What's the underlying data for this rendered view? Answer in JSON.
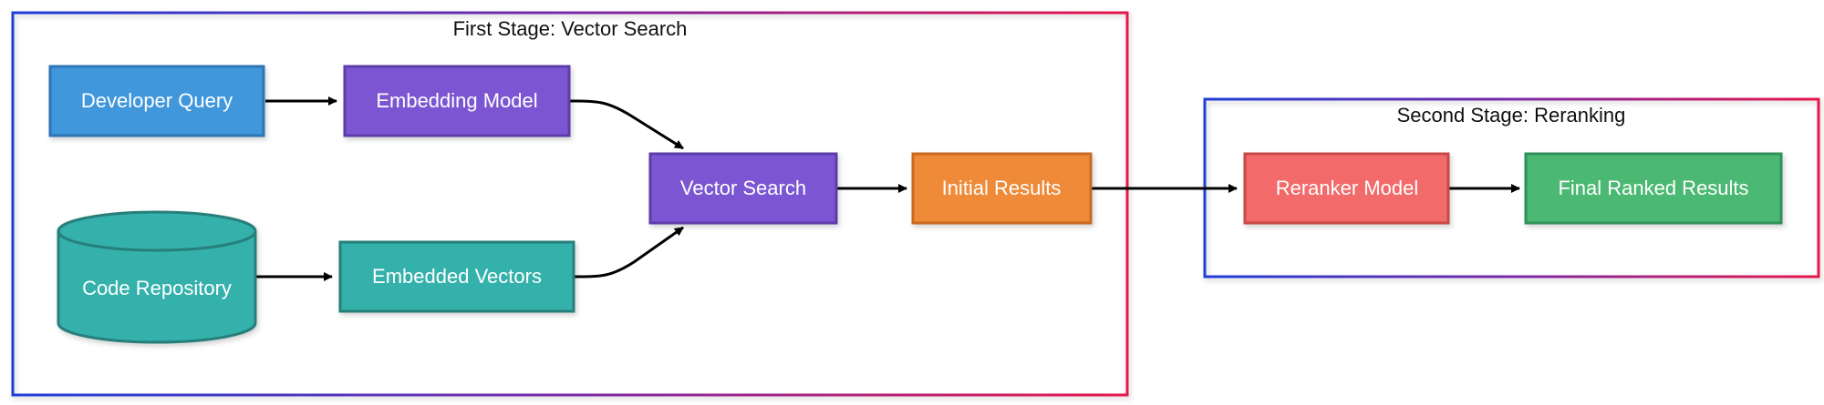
{
  "stages": {
    "first_title": "First Stage: Vector Search",
    "second_title": "Second Stage: Reranking"
  },
  "nodes": {
    "developer_query": "Developer Query",
    "embedding_model": "Embedding Model",
    "code_repository": "Code Repository",
    "embedded_vectors": "Embedded Vectors",
    "vector_search": "Vector Search",
    "initial_results": "Initial Results",
    "reranker_model": "Reranker Model",
    "final_ranked_results": "Final Ranked Results"
  },
  "colors": {
    "blue_node": "#3f97dc",
    "purple_node": "#7b57d2",
    "teal_node": "#36b1ab",
    "orange_node": "#ee8a38",
    "red_node": "#f26a6a",
    "green_node": "#4bb873",
    "frame_gradient_start": "#1f3fd8",
    "frame_gradient_end": "#e8174b"
  }
}
